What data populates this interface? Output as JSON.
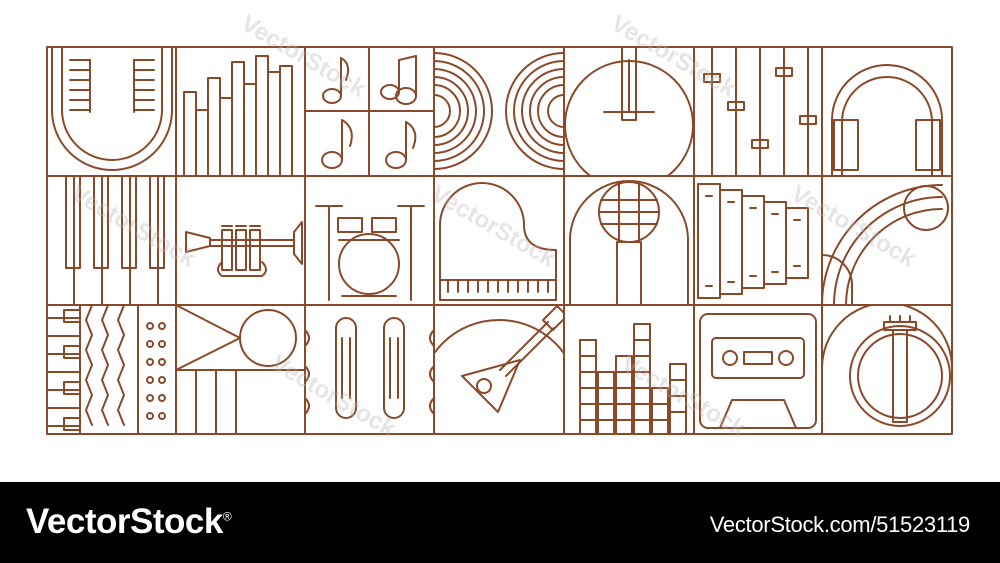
{
  "footer": {
    "brand": "VectorStock",
    "registered_mark": "®",
    "image_id": "VectorStock.com/51523119"
  },
  "watermark": "VectorStock",
  "colors": {
    "line": "#8a4a2a",
    "background": "#ffffff",
    "footer": "#000000",
    "footer_text": "#ffffff"
  },
  "illustration": {
    "row1": [
      "microphone",
      "equalizer",
      "music-notes",
      "vinyl-records",
      "guitar",
      "mixer-sliders",
      "headphones"
    ],
    "row2": [
      "piano-keys",
      "trumpet",
      "drum-kit",
      "grand-piano",
      "karaoke-microphone",
      "xylophone",
      "tuba"
    ],
    "row3": [
      "accordion",
      "speaker",
      "maracas",
      "balalaika",
      "sound-bars",
      "cassette",
      "banjo"
    ]
  }
}
